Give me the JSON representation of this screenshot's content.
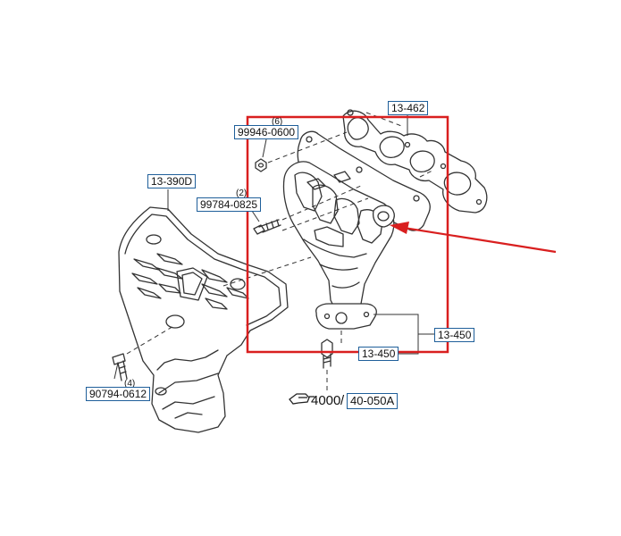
{
  "labels": {
    "gasket_part": "13-462",
    "nut_part": "99946-0600",
    "nut_qty": "(6)",
    "stud_part": "99784-0825",
    "stud_qty": "(2)",
    "heat_insulator_part": "13-390D",
    "insulator_bolt_part": "90794-0612",
    "insulator_bolt_qty": "(4)",
    "manifold_part": "13-450",
    "manifold_sub_part": "13-450",
    "ref_page": "4000",
    "ref_figure": "40-050A"
  },
  "colors": {
    "label_border": "#1f5f9a",
    "highlight": "#d91f1f",
    "line_art": "#333333"
  },
  "icons": {
    "reference": "pointing-hand-icon"
  }
}
